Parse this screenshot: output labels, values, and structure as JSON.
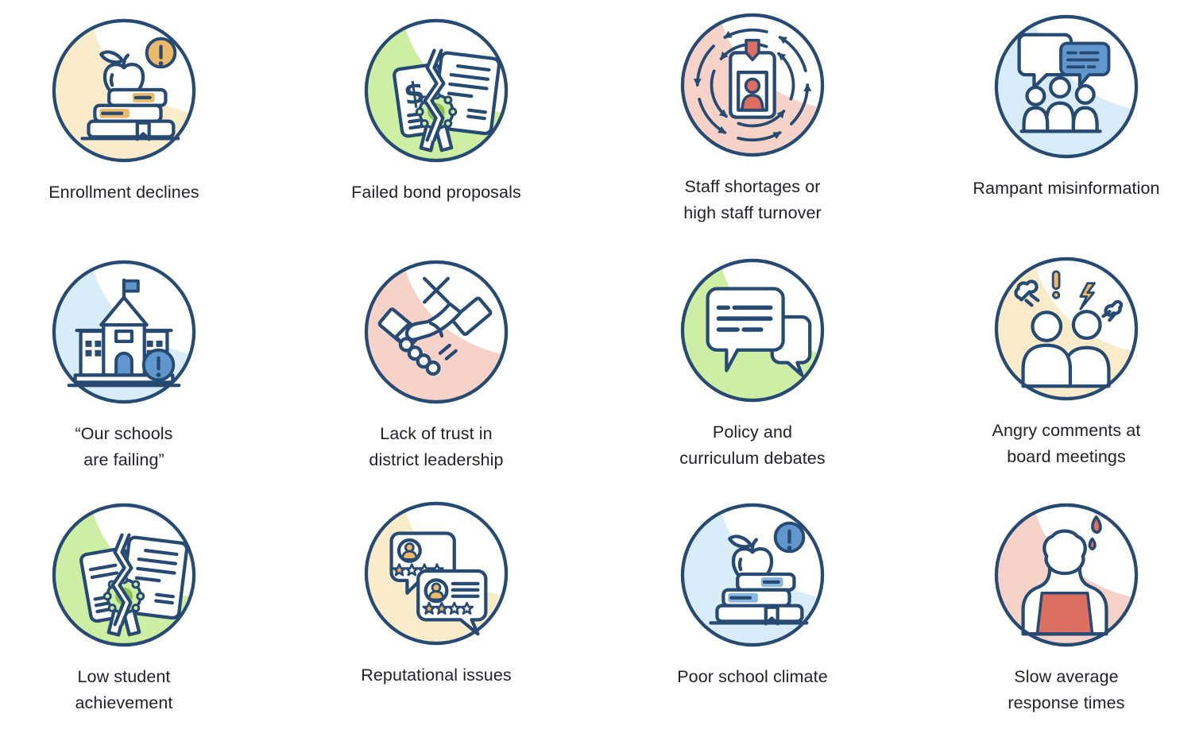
{
  "page": {
    "background": "#ffffff",
    "kind": "issues-icon-grid"
  },
  "palette": {
    "navy": "#274a73",
    "ink": "#1f2127",
    "yellow": "#ecb869",
    "yellowLight": "#faeccb",
    "green": "#8cc152",
    "greenLight": "#cdeea4",
    "red": "#dd6e62",
    "redLight": "#f6d2c8",
    "blue": "#6297cd",
    "blueMid": "#8ab6e4",
    "blueLight": "#d8ecfa"
  },
  "items": [
    {
      "icon": "stack-of-books-apple-alert-icon",
      "theme": "yellow",
      "label": "Enrollment declines",
      "label_lines": [
        "Enrollment declines"
      ]
    },
    {
      "icon": "torn-dollar-document-icon",
      "theme": "green",
      "label": "Failed bond proposals",
      "label_lines": [
        "Failed bond proposals"
      ]
    },
    {
      "icon": "id-badge-cycle-arrows-icon",
      "theme": "red",
      "label": "Staff shortages or high staff turnover",
      "label_lines": [
        "Staff shortages or",
        "high staff turnover"
      ]
    },
    {
      "icon": "speech-bubbles-over-crowd-icon",
      "theme": "blue",
      "label": "Rampant misinformation",
      "label_lines": [
        "Rampant misinformation"
      ]
    },
    {
      "icon": "school-building-alert-icon",
      "theme": "blue",
      "label": "“Our schools are failing”",
      "label_lines": [
        "“Our schools",
        "are failing”"
      ]
    },
    {
      "icon": "broken-handshake-icon",
      "theme": "red",
      "label": "Lack of trust in district leadership",
      "label_lines": [
        "Lack of trust in",
        "district leadership"
      ]
    },
    {
      "icon": "overlapping-speech-bubbles-icon",
      "theme": "green",
      "label": "Policy and curriculum debates",
      "label_lines": [
        "Policy and",
        "curriculum debates"
      ]
    },
    {
      "icon": "angry-people-icon",
      "theme": "yellow",
      "label": "Angry comments at board meetings",
      "label_lines": [
        "Angry comments at",
        "board meetings"
      ]
    },
    {
      "icon": "torn-certificate-icon",
      "theme": "green",
      "label": "Low student achievement",
      "label_lines": [
        "Low student",
        "achievement"
      ]
    },
    {
      "icon": "review-bubbles-stars-icon",
      "theme": "yellow",
      "label": "Reputational issues",
      "label_lines": [
        "Reputational issues"
      ]
    },
    {
      "icon": "stack-of-books-apple-alert-icon",
      "theme": "blue",
      "label": "Poor school climate",
      "label_lines": [
        "Poor school climate"
      ]
    },
    {
      "icon": "person-at-laptop-sweat-icon",
      "theme": "red",
      "label": "Slow average response times",
      "label_lines": [
        "Slow average",
        "response times"
      ]
    }
  ]
}
